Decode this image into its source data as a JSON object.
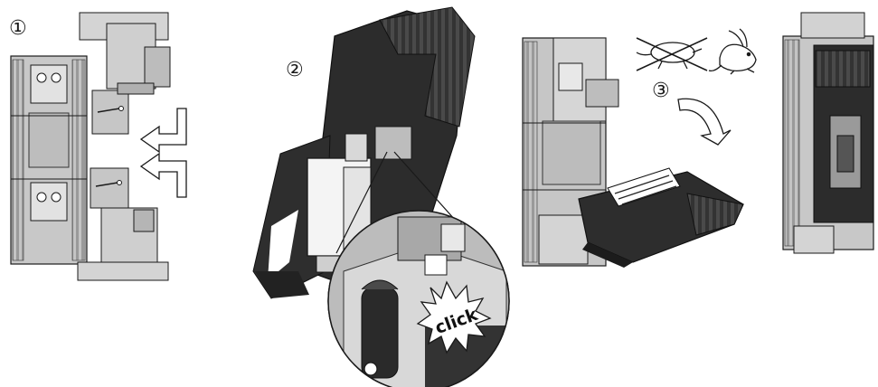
{
  "steps": [
    {
      "number": "①"
    },
    {
      "number": "②"
    },
    {
      "number": "③"
    }
  ],
  "callouts": {
    "click": "click"
  },
  "icons": [
    "insert-arrows-icon",
    "slow-turtle-crossed-icon",
    "fast-rabbit-icon",
    "rotate-arrow-icon",
    "click-burst-icon"
  ],
  "colors": {
    "body_gray": "#b8b8b8",
    "dark_cover": "#2e2e2e",
    "line": "#1a1a1a",
    "fuse_white": "#f4f4f4"
  }
}
